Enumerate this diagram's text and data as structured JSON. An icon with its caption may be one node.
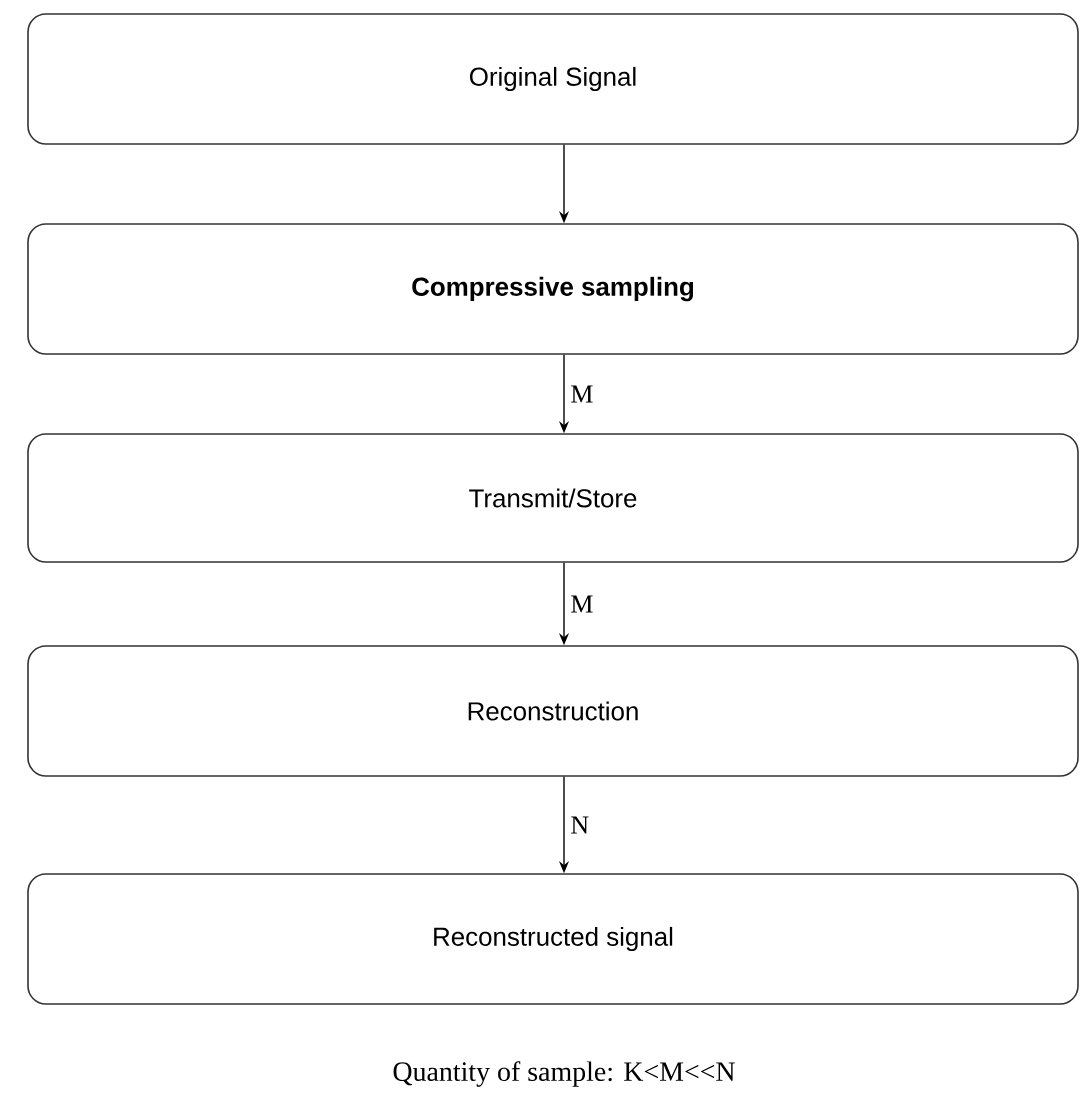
{
  "diagram": {
    "caption": "Quantity of sample: K<M<<N",
    "nodes": [
      {
        "text": [
          "Original Signal"
        ]
      },
      {
        "text": [
          "Compressive sampling"
        ]
      },
      {
        "text": [
          "Transmit/Store"
        ]
      },
      {
        "text": [
          "Reconstruction"
        ]
      },
      {
        "text": [
          "Reconstructed signal"
        ]
      }
    ],
    "edges": [
      {
        "from": 0,
        "to": 1,
        "arrow": "to"
      },
      {
        "from": 1,
        "to": 2,
        "arrow": "to",
        "label": "M"
      },
      {
        "from": 2,
        "to": 3,
        "arrow": "to",
        "label": "M"
      },
      {
        "from": 3,
        "to": 4,
        "arrow": "to",
        "label": "N"
      }
    ]
  }
}
